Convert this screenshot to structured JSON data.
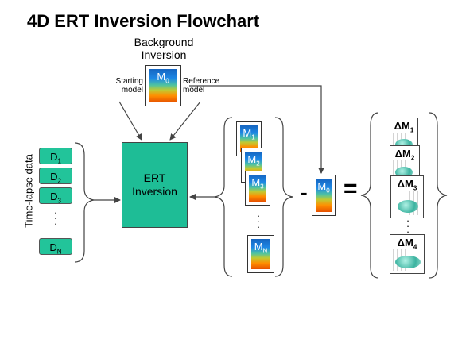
{
  "title": "4D ERT Inversion Flowchart",
  "background_inversion": {
    "line1": "Background",
    "line2": "Inversion"
  },
  "starting_model": {
    "line1": "Starting",
    "line2": "model"
  },
  "reference_model": {
    "line1": "Reference",
    "line2": "model"
  },
  "y_label": "Time-lapse data",
  "data_boxes": [
    {
      "letter": "D",
      "sub": "1"
    },
    {
      "letter": "D",
      "sub": "2"
    },
    {
      "letter": "D",
      "sub": "3"
    },
    {
      "letter": "D",
      "sub": "N"
    }
  ],
  "ert_box": {
    "line1": "ERT",
    "line2": "Inversion"
  },
  "models": [
    {
      "letter": "M",
      "sub": "0"
    },
    {
      "letter": "M",
      "sub": "1"
    },
    {
      "letter": "M",
      "sub": "2"
    },
    {
      "letter": "M",
      "sub": "3"
    },
    {
      "letter": "M",
      "sub": "N"
    },
    {
      "letter": "M",
      "sub": "0"
    }
  ],
  "operators": {
    "minus": "-",
    "equals": "="
  },
  "delta_models": [
    {
      "letter": "ΔM",
      "sub": "1"
    },
    {
      "letter": "ΔM",
      "sub": "2"
    },
    {
      "letter": "ΔM",
      "sub": "3"
    },
    {
      "letter": "ΔM",
      "sub": "4"
    }
  ],
  "dots": "·\n·\n·",
  "colors": {
    "ert_box": "#1ebd96",
    "data_box": "#22c49a",
    "connector": "#444444"
  }
}
